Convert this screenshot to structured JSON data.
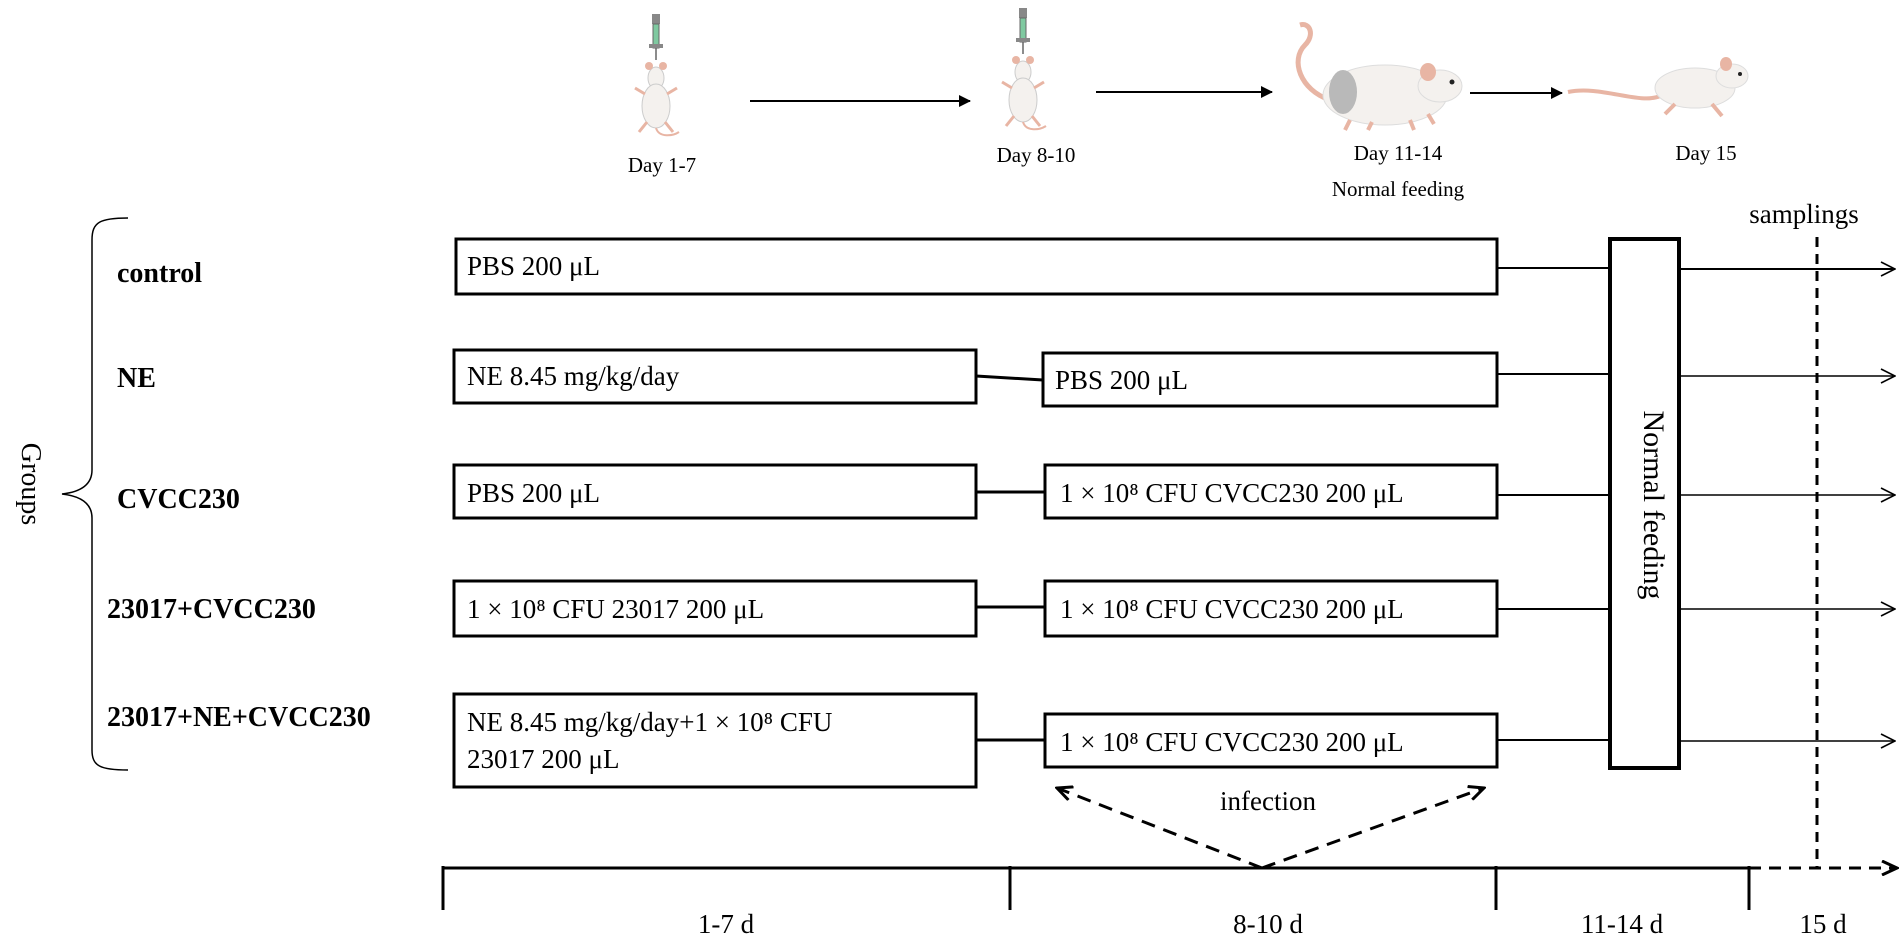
{
  "timeline_top": {
    "stages": [
      {
        "label": "Day 1-7",
        "icon": "mouse-injection-icon"
      },
      {
        "label": "Day 8-10",
        "icon": "mouse-injection-icon"
      },
      {
        "label": "Day 11-14",
        "sublabel": "Normal feeding",
        "icon": "mouse-walking-icon"
      },
      {
        "label": "Day 15",
        "icon": "mouse-running-icon"
      }
    ]
  },
  "groups_label": "Groups",
  "groups": [
    {
      "name": "control",
      "boxes": [
        "PBS 200 μL"
      ]
    },
    {
      "name": "NE",
      "boxes": [
        "NE 8.45 mg/kg/day",
        "PBS 200 μL"
      ]
    },
    {
      "name": "CVCC230",
      "boxes": [
        "PBS 200 μL",
        "1 × 10⁸ CFU CVCC230 200 μL"
      ]
    },
    {
      "name": "23017+CVCC230",
      "boxes": [
        "1 × 10⁸ CFU 23017 200 μL",
        "1 × 10⁸ CFU CVCC230 200 μL"
      ]
    },
    {
      "name": "23017+NE+CVCC230",
      "boxes": [
        "NE 8.45 mg/kg/day+1 × 10⁸ CFU",
        "23017 200 μL",
        "1 × 10⁸ CFU CVCC230 200 μL"
      ]
    }
  ],
  "normal_feeding_box": "Normal feeding",
  "samplings_label": "samplings",
  "infection_label": "infection",
  "time_axis": [
    "1-7 d",
    "8-10 d",
    "11-14 d",
    "15 d"
  ],
  "colors": {
    "line": "#000000",
    "mouse_body": "#f4f1ee",
    "mouse_pink": "#e8b5a4",
    "syringe": "#7fc9a0"
  }
}
